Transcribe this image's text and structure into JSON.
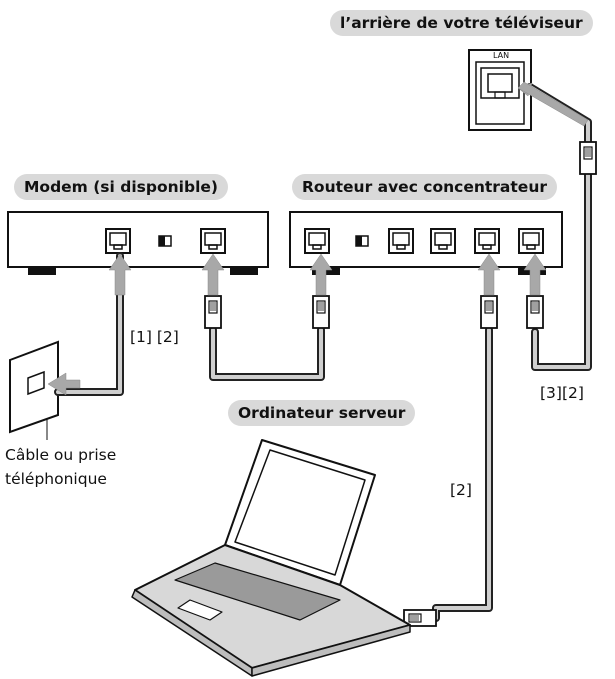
{
  "labels": {
    "tv_back": "l’arrière de votre téléviseur",
    "lan_port": "LAN",
    "modem": "Modem (si disponible)",
    "router": "Routeur avec concentrateur",
    "server": "Ordinateur serveur",
    "wall_line1": "Câble ou prise",
    "wall_line2": "téléphonique"
  },
  "cables": {
    "wall_modem": "[1] [2]",
    "router_tv": "[3][2]",
    "router_pc": "[2]"
  }
}
